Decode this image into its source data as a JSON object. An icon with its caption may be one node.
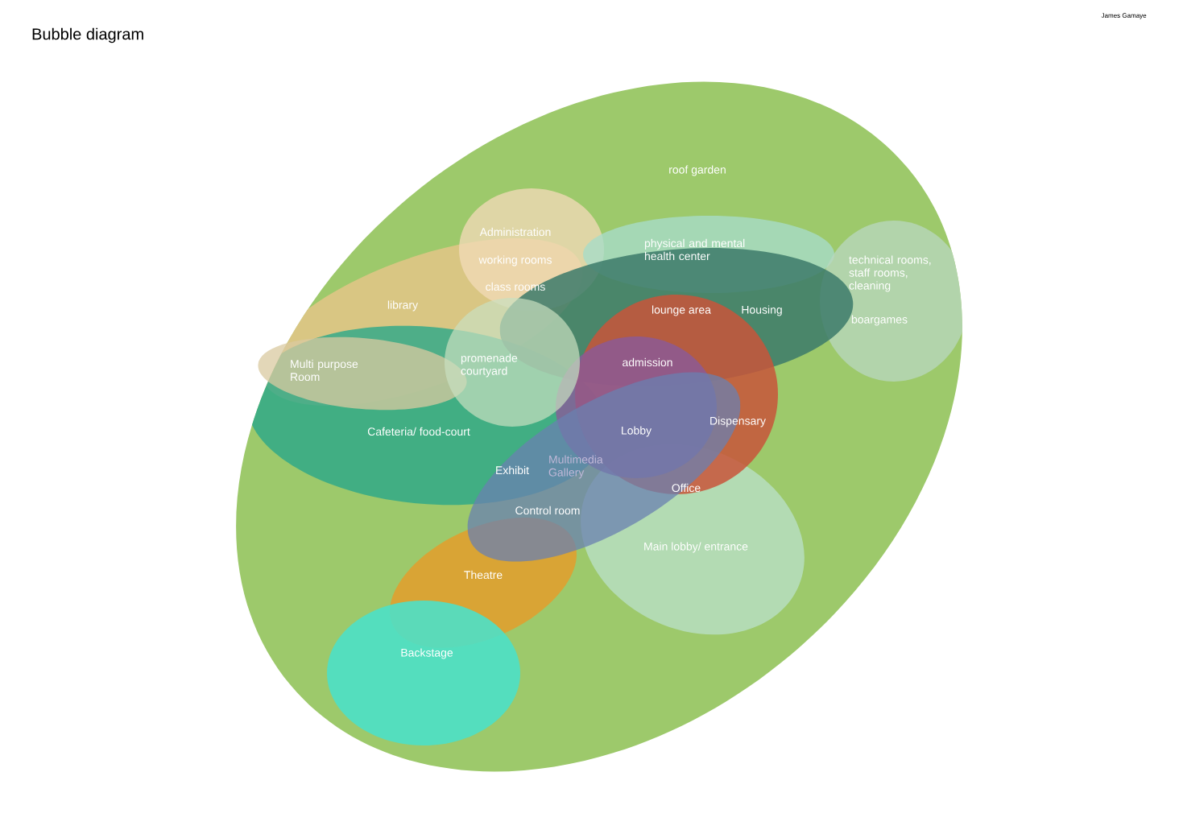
{
  "diagram": {
    "title": "Bubble diagram",
    "nodes": [
      {
        "text": [
          "roof garden"
        ]
      },
      {
        "text": [
          "Administration",
          "working rooms",
          "class rooms"
        ],
        "in": 0
      },
      {
        "text": [
          "physical and mental health center"
        ],
        "in": 0
      },
      {
        "text": [
          "technical rooms, staff rooms, cleaning",
          "boargames"
        ],
        "in": 0
      },
      {
        "text": [
          "library"
        ],
        "in": 0
      },
      {
        "text": [
          "Housing"
        ],
        "in": 0
      },
      {
        "text": [
          "lounge area",
          "Dispensary",
          "Office"
        ],
        "in": 0
      },
      {
        "text": [
          "Multi purpose Room"
        ]
      },
      {
        "text": [
          "promenade courtyard"
        ],
        "in": 0
      },
      {
        "text": [
          "admission",
          "Lobby"
        ],
        "in": 0
      },
      {
        "text": [
          "Cafeteria/ food-court"
        ],
        "in": 0
      },
      {
        "text": [
          "Exhibit",
          "Multimedia Gallery",
          "Control room"
        ],
        "in": 0
      },
      {
        "text": [
          "Main lobby/ entrance"
        ],
        "in": 0
      },
      {
        "text": [
          "Theatre"
        ],
        "in": 0
      },
      {
        "text": [
          "Backstage"
        ],
        "in": 0
      }
    ],
    "labels": [
      "James Gamaye"
    ]
  }
}
